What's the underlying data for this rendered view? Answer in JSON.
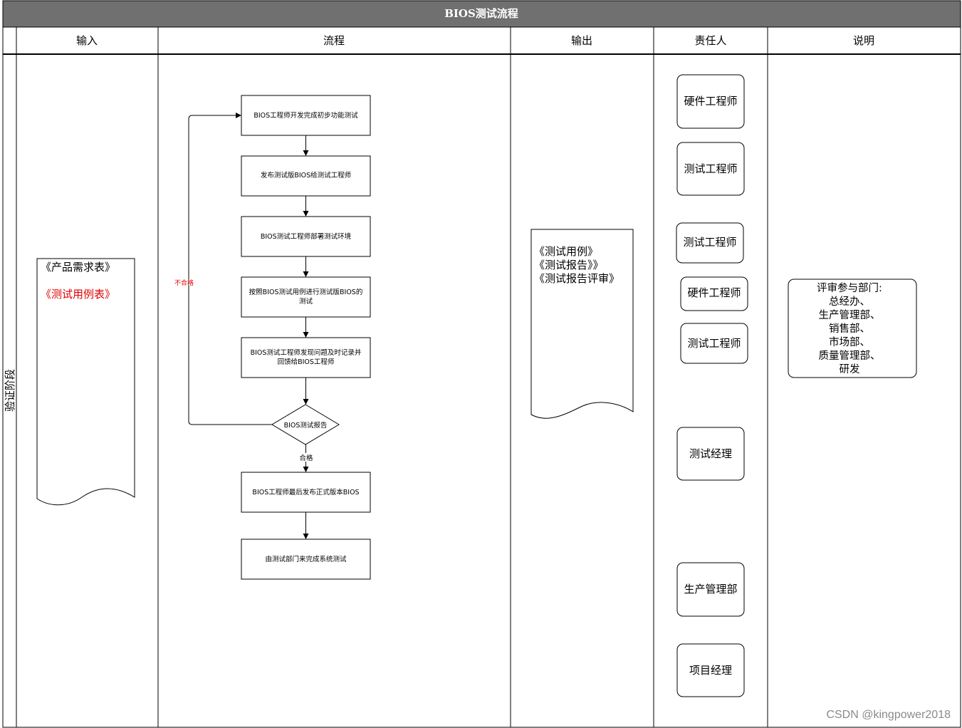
{
  "title": "BIOS测试流程",
  "columns": {
    "input": "输入",
    "process": "流程",
    "output": "输出",
    "owner": "责任人",
    "notes": "说明"
  },
  "lane": "验证阶段",
  "inputs": [
    {
      "text": "《产品需求表》",
      "color": "#000000"
    },
    {
      "text": "《测试用例表》",
      "color": "#e00000"
    }
  ],
  "steps": [
    "BIOS工程师开发完成初步功能测试",
    "发布测试版BIOS给测试工程师",
    "BIOS测试工程师部署测试环境",
    "按照BIOS测试用例进行测试版BIOS的",
    "测试",
    "BIOS测试工程师发现问题及时记录并",
    "回馈给BIOS工程师",
    "BIOS工程师最后发布正式版本BIOS",
    "由测试部门来完成系统测试"
  ],
  "decision": "BIOS测试报告",
  "labels": {
    "fail": "不合格",
    "pass": "合格"
  },
  "outputs": [
    "《测试用例》",
    "《测试报告》》",
    "《测试报告评审》"
  ],
  "owners": [
    "硬件工程师",
    "测试工程师",
    "测试工程师",
    "硬件工程师",
    "测试工程师",
    "测试经理",
    "生产管理部",
    "项目经理"
  ],
  "note_lines": [
    "评审参与部门:",
    "总经办、",
    "生产管理部、",
    "销售部、",
    "市场部、",
    "质量管理部、",
    "研发"
  ],
  "watermark": "CSDN @kingpower2018",
  "colors": {
    "title_bar": "#707070",
    "line": "#000000",
    "fail_label": "#e00000"
  }
}
